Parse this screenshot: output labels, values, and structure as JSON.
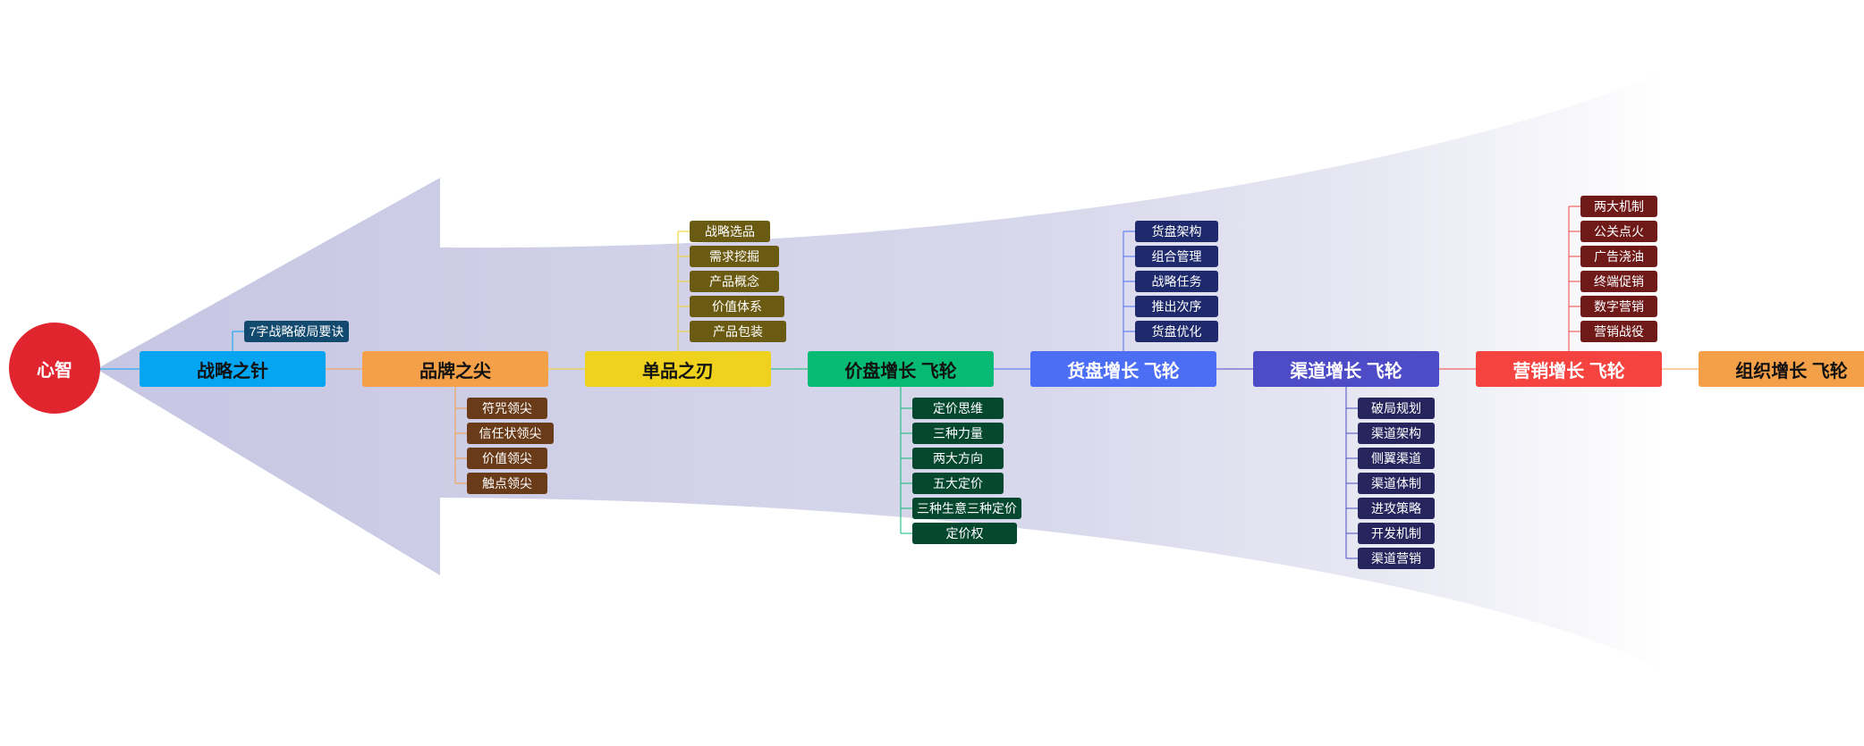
{
  "root": {
    "label": "心智"
  },
  "nodes": [
    {
      "label": "战略之针",
      "color": "#06a5f2",
      "text_color": "#111111",
      "children_side": "top",
      "child_color": "#12496e",
      "children": [
        "7字战略破局要诀"
      ]
    },
    {
      "label": "品牌之尖",
      "color": "#f4a048",
      "text_color": "#111111",
      "children_side": "bottom",
      "child_color": "#6a3b18",
      "children": [
        "符咒领尖",
        "信任状领尖",
        "价值领尖",
        "触点领尖"
      ]
    },
    {
      "label": "单品之刃",
      "color": "#efd21d",
      "text_color": "#111111",
      "children_side": "top",
      "child_color": "#6b5a11",
      "children": [
        "战略选品",
        "需求挖掘",
        "产品概念",
        "价值体系",
        "产品包装"
      ]
    },
    {
      "label": "价盘增长 飞轮",
      "color": "#08bb74",
      "text_color": "#111111",
      "children_side": "bottom",
      "child_color": "#06472f",
      "children": [
        "定价思维",
        "三种力量",
        "两大方向",
        "五大定价",
        "三种生意三种定价",
        "定价权"
      ]
    },
    {
      "label": "货盘增长 飞轮",
      "color": "#4b6ef5",
      "text_color": "#ffffff",
      "children_side": "top",
      "child_color": "#1e2a6b",
      "children": [
        "货盘架构",
        "组合管理",
        "战略任务",
        "推出次序",
        "货盘优化"
      ]
    },
    {
      "label": "渠道增长 飞轮",
      "color": "#4e4bc6",
      "text_color": "#ffffff",
      "children_side": "bottom",
      "child_color": "#26255e",
      "children": [
        "破局规划",
        "渠道架构",
        "侧翼渠道",
        "渠道体制",
        "进攻策略",
        "开发机制",
        "渠道营销"
      ]
    },
    {
      "label": "营销增长 飞轮",
      "color": "#f5433f",
      "text_color": "#ffffff",
      "children_side": "top",
      "child_color": "#6f1919",
      "children": [
        "两大机制",
        "公关点火",
        "广告浇油",
        "终端促销",
        "数字营销",
        "营销战役"
      ]
    },
    {
      "label": "组织增长 飞轮",
      "color": "#f4a048",
      "text_color": "#111111",
      "children_side": "none",
      "child_color": "#6a3b18",
      "children": []
    }
  ]
}
